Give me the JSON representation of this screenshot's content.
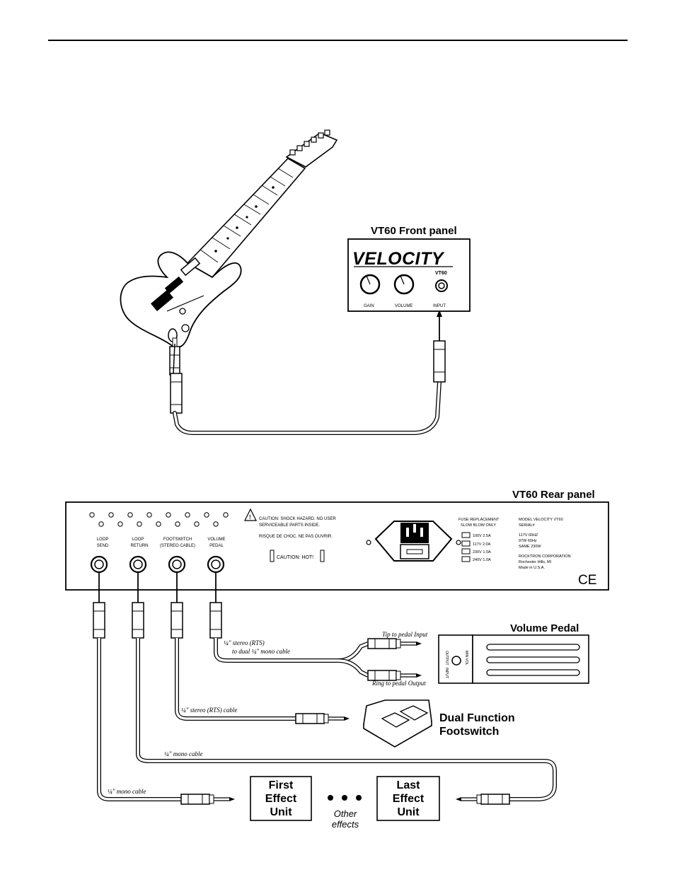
{
  "front_panel": {
    "title": "VT60 Front panel",
    "brand": "VELOCITY",
    "model": "VT60",
    "knob1_label": "GAIN",
    "knob2_label": "VOLUME",
    "input_label": "INPUT"
  },
  "rear_panel": {
    "title": "VT60 Rear panel",
    "caution_line1": "CAUTION: SHOCK HAZARD. NO USER",
    "caution_line2": "SERVICEABLE PARTS INSIDE.",
    "caution_line3": "RISQUE DE CHOC. NE PAS OUVRIR.",
    "caution_hot": "CAUTION: HOT!",
    "fuse_title1": "FUSE REPLACEMENT",
    "fuse_title2": "SLOW BLOW ONLY",
    "fuse_rows": [
      "100V  2.5A",
      "117V  2.0A",
      "230V  1.0A",
      "240V  1.0A"
    ],
    "info_line1": "MODEL  VELOCITY  VT60",
    "info_line2": "SERIAL#",
    "info_line3": "117V 60HZ",
    "info_line4": "97W 60Hz",
    "info_line5": "SAME 230W",
    "info_line6": "ROCKTRON CORPORATION",
    "info_line7": "Rochester Hills, MI",
    "info_line8": "Made in U.S.A.",
    "ce_mark": "CE",
    "jacks": [
      {
        "line1": "LOOP",
        "line2": "SEND"
      },
      {
        "line1": "LOOP",
        "line2": "RETURN"
      },
      {
        "line1": "FOOTSWITCH",
        "line2": "(STEREO CABLE)"
      },
      {
        "line1": "VOLUME",
        "line2": "PEDAL"
      }
    ]
  },
  "volume_pedal": {
    "title": "Volume Pedal",
    "cable_line1": "¼\" stereo (RTS)",
    "cable_line2": "to dual ¼\" mono cable",
    "tip_label": "Tip to pedal Input",
    "ring_label": "Ring to pedal Output",
    "side_input": "INPUT",
    "side_output": "OUTPUT",
    "side_min": "MIN VOL"
  },
  "footswitch": {
    "title_line1": "Dual Function",
    "title_line2": "Footswitch",
    "cable_label": "¼\" stereo (RTS) cable"
  },
  "loop": {
    "return_cable_label": "¼\" mono cable",
    "send_cable_label": "¼\" mono cable",
    "first_box": [
      "First",
      "Effect",
      "Unit"
    ],
    "last_box": [
      "Last",
      "Effect",
      "Unit"
    ],
    "other_line1": "Other",
    "other_line2": "effects"
  }
}
